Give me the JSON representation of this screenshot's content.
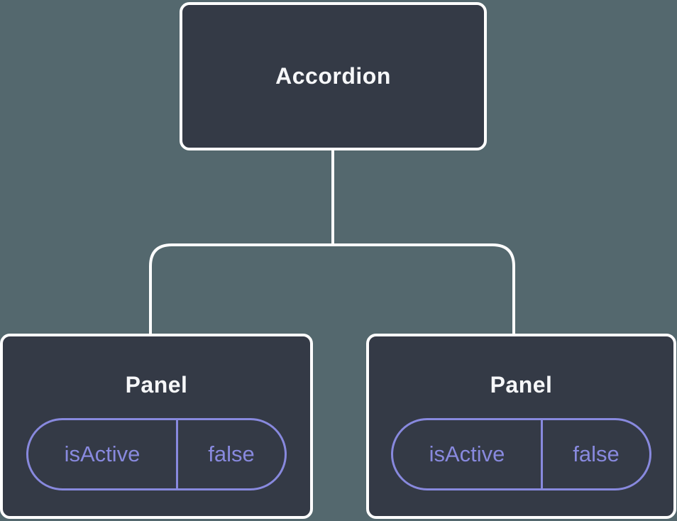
{
  "diagram": {
    "type": "component-tree",
    "root": {
      "label": "Accordion"
    },
    "children": [
      {
        "label": "Panel",
        "state": {
          "key": "isActive",
          "value": "false"
        }
      },
      {
        "label": "Panel",
        "state": {
          "key": "isActive",
          "value": "false"
        }
      }
    ]
  },
  "colors": {
    "background": "#54686E",
    "node_fill": "#343A46",
    "node_border": "#FFFFFF",
    "state_accent": "#8889DE",
    "node_text": "#F6F7F9"
  }
}
